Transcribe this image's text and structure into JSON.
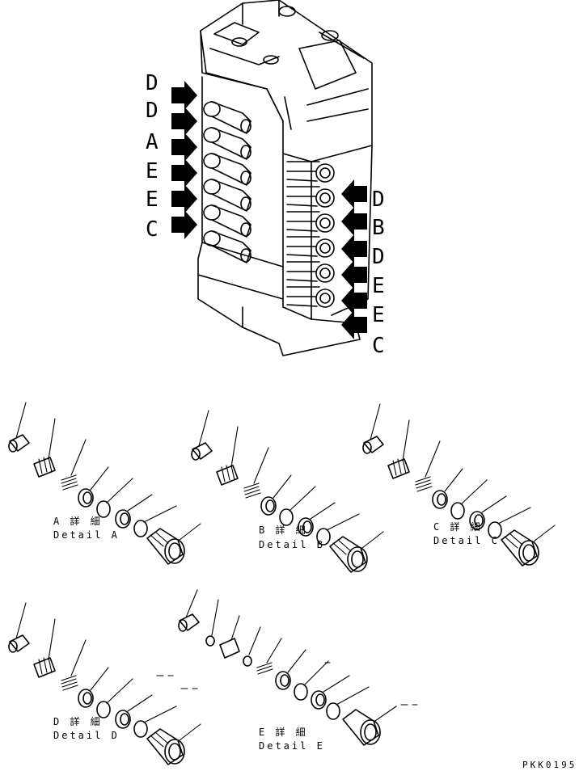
{
  "left_port_labels": [
    "D",
    "D",
    "A",
    "E",
    "E",
    "C"
  ],
  "right_port_labels": [
    "D",
    "B",
    "D",
    "E",
    "E",
    "C"
  ],
  "details": [
    {
      "jp": "A 詳 細",
      "en": "Detail A"
    },
    {
      "jp": "B 詳 細",
      "en": "Detail B"
    },
    {
      "jp": "C 詳 細",
      "en": "Detail C"
    },
    {
      "jp": "D 詳 細",
      "en": "Detail D"
    },
    {
      "jp": "E 詳 細",
      "en": "Detail E"
    }
  ],
  "drawing_code": "PKK0195"
}
